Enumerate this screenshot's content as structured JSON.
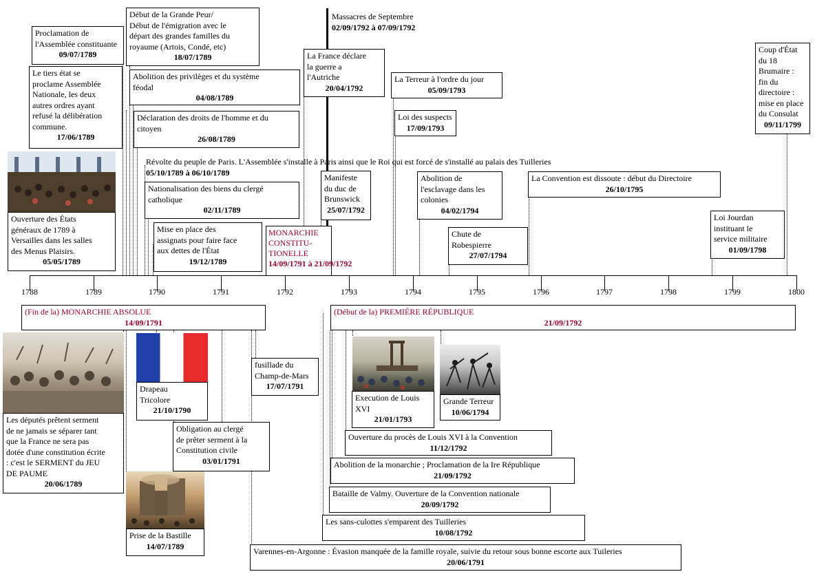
{
  "axis": {
    "years": [
      "1788",
      "1789",
      "1790",
      "1791",
      "1792",
      "1793",
      "1794",
      "1795",
      "1796",
      "1797",
      "1798",
      "1799",
      "1800"
    ]
  },
  "colors": {
    "period_red": "#a0002b",
    "flag_blue": "#1f3fa8",
    "flag_red": "#e52b2b"
  },
  "periods": {
    "monarchie_absolue": {
      "title": "(Fin de la) MONARCHIE ABSOLUE",
      "date": "14/09/1791"
    },
    "monarchie_constitutionnelle": {
      "title": "MONARCHIE\nCONSTITU-\nTIONELLE",
      "date": "14/09/1791 à 21/09/1792"
    },
    "premiere_republique": {
      "title": "(Début de la) PREMIÉRE RÉPUBLIQUE",
      "date": "21/09/1792"
    }
  },
  "events_top": [
    {
      "text": "Proclamation de\nl'Assemblée constituante",
      "date": "09/07/1789"
    },
    {
      "text": "Début de la Grande Peur/\nDébut de l'émigration avec le\ndépart des grandes familles du\nroyaume (Artois, Condé, etc)",
      "date": "18/07/1789"
    },
    {
      "text": "Massacres de Septembre",
      "date": "02/09/1792 à 07/09/1792"
    },
    {
      "text": "Le tiers état se\nproclame Assemblée\nNationale, les deux\nautres ordres ayant\nrefusé la délibération\ncommune.",
      "date": "17/06/1789"
    },
    {
      "text": "Abolition des privilèges et du système\nféodal",
      "date": "04/08/1789"
    },
    {
      "text": "La France déclare\nla guerre a\nl'Autriche",
      "date": "20/04/1792"
    },
    {
      "text": "La Terreur à l'ordre du jour",
      "date": "05/09/1793"
    },
    {
      "text": "Coup d'État\ndu 18\nBrumaire :\nfin du\ndirectoire :\nmise en place\ndu Consulat",
      "date": "09/11/1799"
    },
    {
      "text": "Déclaration des droits de l'homme et du\ncitoyen",
      "date": "26/08/1789"
    },
    {
      "text": "Loi des suspects",
      "date": "17/09/1793"
    },
    {
      "text": "Révolte du peuple de Paris. L'Assemblée s'installe à Paris ainsi que le Roi qui est forcé de s'installé au palais des Tuilleries",
      "date": "05/10/1789 à 06/10/1789"
    },
    {
      "text": "Ouverture des États\ngénéraux de 1789 à\nVersailles dans les salles\ndes Menus Plaisirs.",
      "date": "05/05/1789"
    },
    {
      "text": "Nationalisation des biens du clergé\ncatholique",
      "date": "02/11/1789"
    },
    {
      "text": "Manifeste\ndu duc de\nBrunswick",
      "date": "25/07/1792"
    },
    {
      "text": "Abolition de\nl'esclavage dans les\ncolonies",
      "date": "04/02/1794"
    },
    {
      "text": "La Convention est dissoute : début du Directoire",
      "date": "26/10/1795"
    },
    {
      "text": "Mise en place des\nassignats pour faire face\naux dettes de l'État",
      "date": "19/12/1789"
    },
    {
      "text": "Chute de\nRobespierre",
      "date": "27/07/1794"
    },
    {
      "text": "Loi Jourdan\ninstituant le\nservice militaire",
      "date": "01/09/1798"
    }
  ],
  "events_bottom": [
    {
      "text": "Les députés prêtent serment\nde ne jamais se séparer tant\nque la France ne sera pas\ndotée d'une constitution écrite\n: c'est le SERMENT du JEU\nDE PAUME",
      "date": "20/06/1789"
    },
    {
      "text": "Drapeau\nTricolore",
      "date": "21/10/1790"
    },
    {
      "text": "fusillade du\nChamp-de-Mars",
      "date": "17/07/1791"
    },
    {
      "text": "Execution de Louis\nXVI",
      "date": "21/01/1793"
    },
    {
      "text": "Grande Terreur",
      "date": "10/06/1794"
    },
    {
      "text": "Obligation au clergé\nde prêter serment à la\nConstitution civile",
      "date": "03/01/1791"
    },
    {
      "text": "Ouverture du procès de Louis XVI à la Convention",
      "date": "11/12/1792"
    },
    {
      "text": "Abolition de la monarchie ; Proclamation de la Ire République",
      "date": "21/09/1792"
    },
    {
      "text": "Bataille de Valmy. Ouverture de la Convention nationale",
      "date": "20/09/1792"
    },
    {
      "text": "Les sans-culottes s'emparent des Tuilleries",
      "date": "10/08/1792"
    },
    {
      "text": "Prise de la Bastille",
      "date": "14/07/1789"
    },
    {
      "text": "Varennes-en-Argonne : Évasion manquée de la famille royale, suivie du retour sous bonne escorte aux Tuileries",
      "date": "20/06/1791"
    }
  ]
}
